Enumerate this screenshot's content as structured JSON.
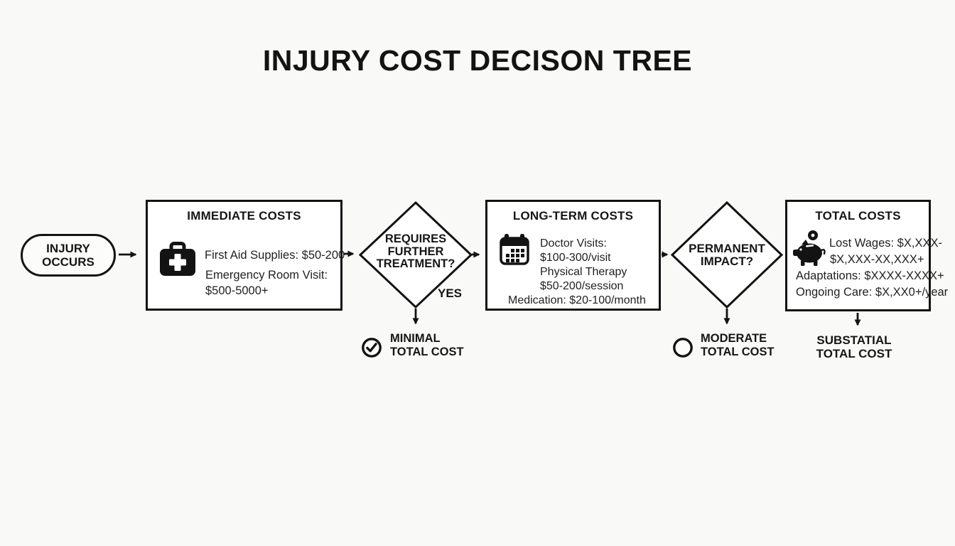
{
  "title": "INJURY COST DECISON TREE",
  "colors": {
    "ink": "#131313",
    "canvas_background": "#f9f9f8",
    "node_fill": "#ffffff"
  },
  "nodes": {
    "start": {
      "lines": [
        "INJURY",
        "OCCURS"
      ]
    },
    "immediate_costs": {
      "header": "IMMEDIATE COSTS",
      "icon": "first-aid-kit-icon",
      "lines": [
        "First Aid Supplies: $50-200",
        "Emergency Room Visit:",
        "$500-5000+"
      ]
    },
    "treatment_decision": {
      "lines": [
        "REQUIRES",
        "FURTHER",
        "TREATMENT?"
      ],
      "branch_label": "YES"
    },
    "minimal_outcome": {
      "icon": "check-circle-icon",
      "lines": [
        "MINIMAL",
        "TOTAL COST"
      ]
    },
    "long_term_costs": {
      "header": "LONG-TERM COSTS",
      "icon": "calendar-icon",
      "lines": [
        "Doctor Visits:",
        "$100-300/visit",
        "Physical Therapy",
        "$50-200/session",
        "Medication: $20-100/month"
      ]
    },
    "impact_decision": {
      "lines": [
        "PERMANENT",
        "IMPACT?"
      ]
    },
    "moderate_outcome": {
      "icon": "circle-icon",
      "lines": [
        "MODERATE",
        "TOTAL COST"
      ]
    },
    "total_costs": {
      "header": "TOTAL COSTS",
      "icon": "piggy-bank-icon",
      "lines": [
        "Lost Wages: $X,XXX-",
        "$X,XXX-XX,XXX+",
        "Adaptations: $XXXX-XXXX+",
        "Ongoing Care: $X,XX0+/year"
      ]
    },
    "substantial_outcome": {
      "lines": [
        "SUBSTATIAL",
        "TOTAL COST"
      ]
    }
  }
}
